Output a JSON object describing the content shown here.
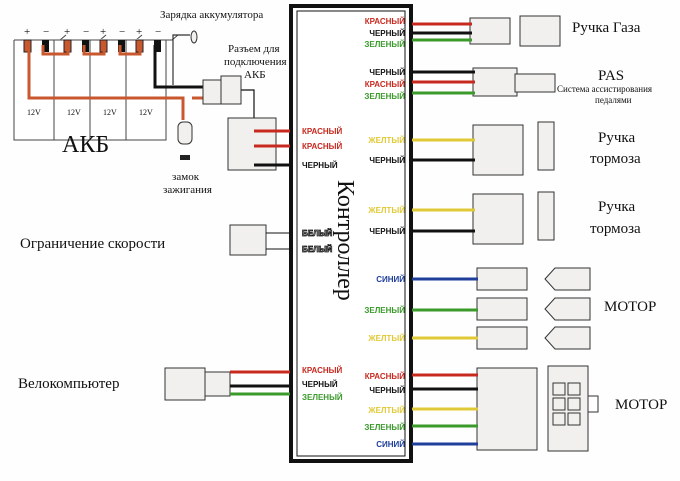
{
  "colors": {
    "red": "#c8291f",
    "black": "#111111",
    "green": "#3a9a2a",
    "yellow": "#e0c936",
    "blue": "#1f3f9a",
    "white": "#ffffff",
    "battery_wire": "#c9582e"
  },
  "battery": {
    "label": "АКБ",
    "cell_voltage": "12V",
    "plus": "+",
    "minus": "−",
    "charge_label": "Зарядка аккумулятора",
    "connector_label": [
      "Разъем для",
      "подключения",
      "АКБ"
    ],
    "ignition_label": [
      "замок",
      "зажигания"
    ]
  },
  "controller": {
    "title": "Контроллер"
  },
  "left": {
    "battery_wires": [
      {
        "label": "КРАСНЫЙ",
        "color": "red"
      },
      {
        "label": "КРАСНЫЙ",
        "color": "red"
      },
      {
        "label": "ЧЕРНЫЙ",
        "color": "black"
      }
    ],
    "speed_limit": {
      "label": "Ограничение скорости",
      "wires": [
        {
          "label": "БЕЛЫЙ",
          "color": "white"
        },
        {
          "label": "БЕЛЫЙ",
          "color": "white"
        }
      ]
    },
    "cyclocomputer": {
      "label": "Велокомпьютер",
      "wires": [
        {
          "label": "КРАСНЫЙ",
          "color": "red"
        },
        {
          "label": "ЧЕРНЫЙ",
          "color": "black"
        },
        {
          "label": "ЗЕЛЕНЫЙ",
          "color": "green"
        }
      ]
    }
  },
  "right": {
    "throttle": {
      "label": "Ручка Газа",
      "wires": [
        {
          "label": "КРАСНЫЙ",
          "color": "red"
        },
        {
          "label": "ЧЕРНЫЙ",
          "color": "black"
        },
        {
          "label": "ЗЕЛЕНЫЙ",
          "color": "green"
        }
      ]
    },
    "pas": {
      "label": "PAS",
      "sublabel": [
        "Система ассистирования",
        "педалями"
      ],
      "wires": [
        {
          "label": "ЧЕРНЫЙ",
          "color": "black"
        },
        {
          "label": "КРАСНЫЙ",
          "color": "red"
        },
        {
          "label": "ЗЕЛЕНЫЙ",
          "color": "green"
        }
      ]
    },
    "brake1": {
      "label": [
        "Ручка",
        "тормоза"
      ],
      "wires": [
        {
          "label": "ЖЕЛТЫЙ",
          "color": "yellow"
        },
        {
          "label": "ЧЕРНЫЙ",
          "color": "black"
        }
      ]
    },
    "brake2": {
      "label": [
        "Ручка",
        "тормоза"
      ],
      "wires": [
        {
          "label": "ЖЕЛТЫЙ",
          "color": "yellow"
        },
        {
          "label": "ЧЕРНЫЙ",
          "color": "black"
        }
      ]
    },
    "motor_phase": {
      "label": "МОТОР",
      "wires": [
        {
          "label": "СИНИЙ",
          "color": "blue"
        },
        {
          "label": "ЗЕЛЕНЫЙ",
          "color": "green"
        },
        {
          "label": "ЖЕЛТЫЙ",
          "color": "yellow"
        }
      ]
    },
    "motor_hall": {
      "label": "МОТОР",
      "wires": [
        {
          "label": "КРАСНЫЙ",
          "color": "red"
        },
        {
          "label": "ЧЕРНЫЙ",
          "color": "black"
        },
        {
          "label": "ЖЕЛТЫЙ",
          "color": "yellow"
        },
        {
          "label": "ЗЕЛЕНЫЙ",
          "color": "green"
        },
        {
          "label": "СИНИЙ",
          "color": "blue"
        }
      ]
    }
  }
}
